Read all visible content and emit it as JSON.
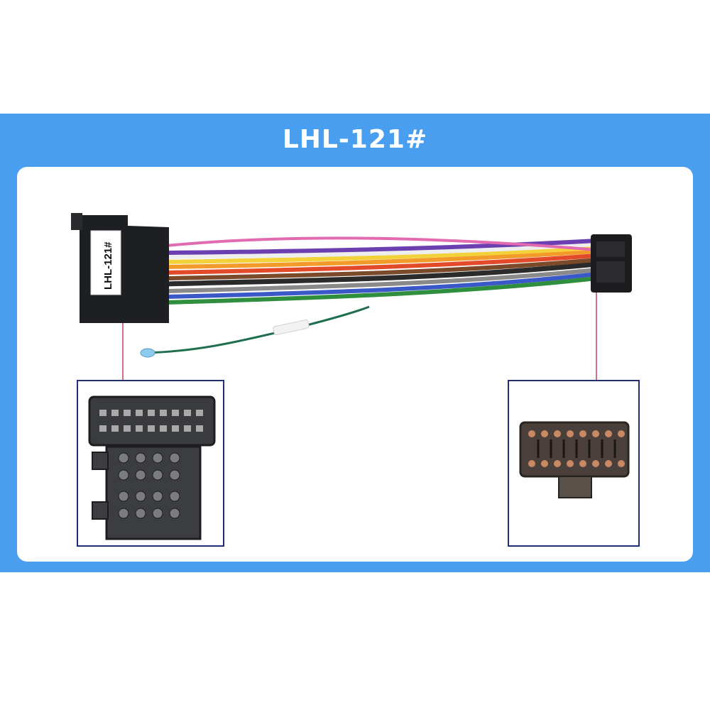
{
  "product": {
    "model_code": "LHL-121#",
    "connector_label": "LHL-121#"
  },
  "colors": {
    "banner": "#4a9ef0",
    "card": "#ffffff",
    "inset_border": "#1f2f7a",
    "leader_line": "#c04060"
  },
  "scene": {
    "items": [
      {
        "name": "car-side-connector",
        "depicts": "black multi-pin vehicle plug with printed label"
      },
      {
        "name": "wire-bundle",
        "depicts": "multi-colored harness wires"
      },
      {
        "name": "antenna-lead",
        "depicts": "green wire with blue tip"
      },
      {
        "name": "radio-side-connector",
        "depicts": "black 16-pin radio plug"
      },
      {
        "name": "left-connector-closeup",
        "depicts": "face of vehicle-side plug"
      },
      {
        "name": "right-connector-closeup",
        "depicts": "face of radio-side plug"
      }
    ]
  }
}
